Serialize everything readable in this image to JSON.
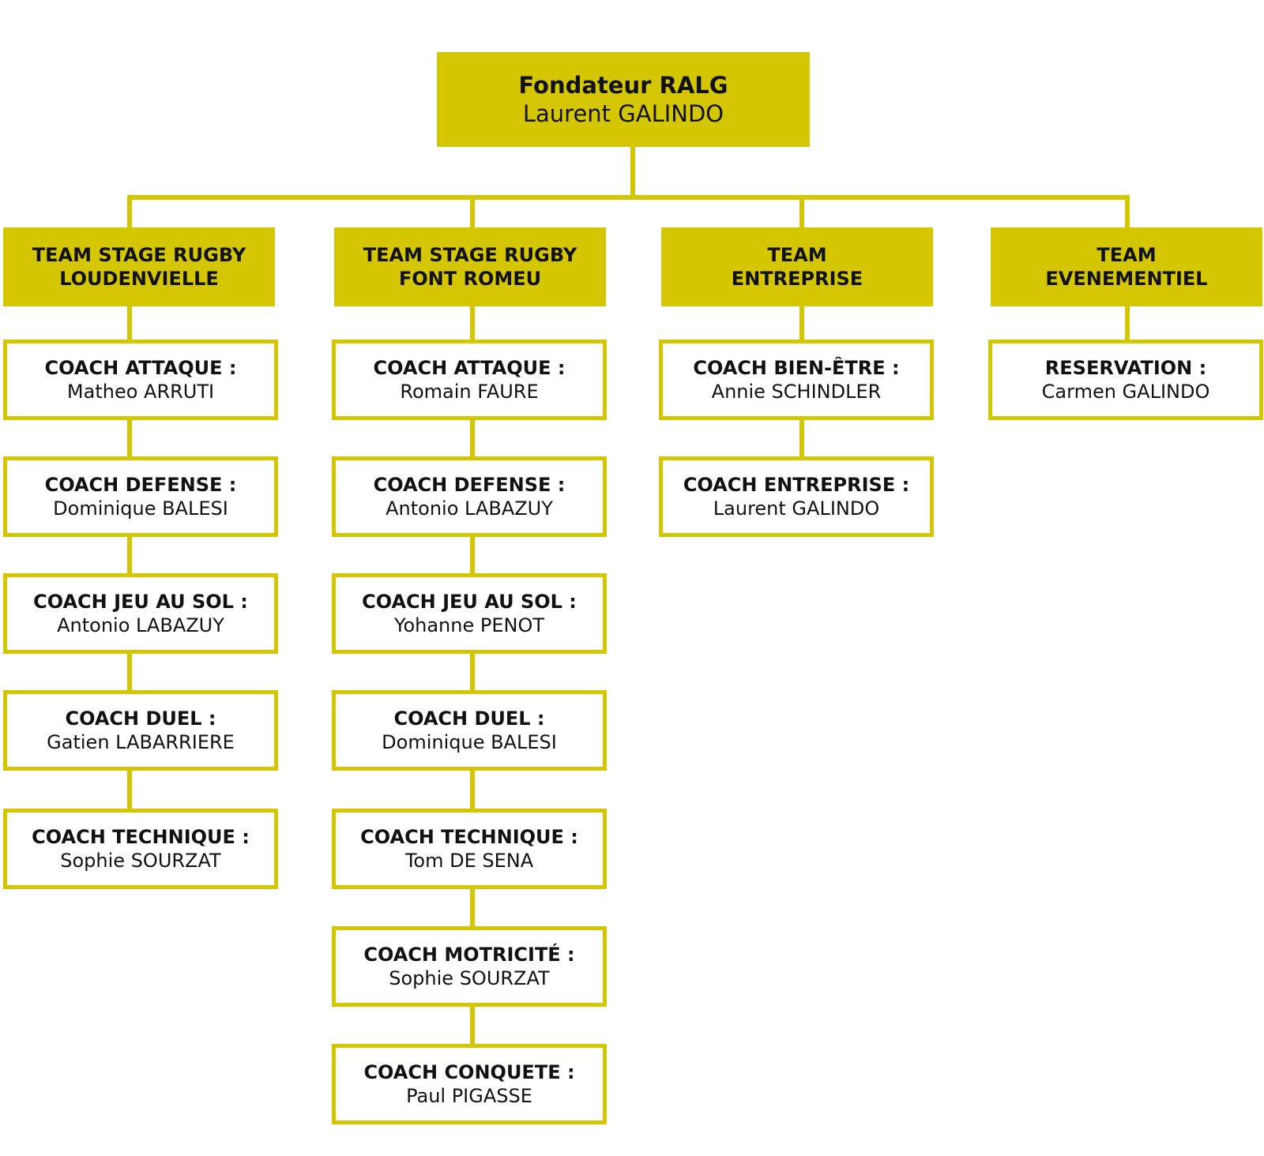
{
  "colors": {
    "accent": "#d4c600",
    "text": "#111111",
    "background": "#ffffff"
  },
  "root": {
    "title": "Fondateur RALG",
    "name": "Laurent GALINDO"
  },
  "teams": [
    {
      "title_lines": [
        "TEAM STAGE RUGBY",
        "LOUDENVIELLE"
      ],
      "members": [
        {
          "role": "COACH ATTAQUE :",
          "name": "Matheo ARRUTI"
        },
        {
          "role": "COACH DEFENSE :",
          "name": "Dominique BALESI"
        },
        {
          "role": "COACH JEU AU SOL :",
          "name": "Antonio LABAZUY"
        },
        {
          "role": "COACH DUEL :",
          "name": "Gatien LABARRIERE"
        },
        {
          "role": "COACH TECHNIQUE :",
          "name": "Sophie SOURZAT"
        }
      ]
    },
    {
      "title_lines": [
        "TEAM STAGE RUGBY",
        "FONT ROMEU"
      ],
      "members": [
        {
          "role": "COACH ATTAQUE :",
          "name": "Romain FAURE"
        },
        {
          "role": "COACH DEFENSE :",
          "name": "Antonio LABAZUY"
        },
        {
          "role": "COACH JEU AU SOL :",
          "name": "Yohanne PENOT"
        },
        {
          "role": "COACH DUEL :",
          "name": "Dominique BALESI"
        },
        {
          "role": "COACH TECHNIQUE :",
          "name": "Tom DE SENA"
        },
        {
          "role": "COACH MOTRICITÉ :",
          "name": "Sophie SOURZAT"
        },
        {
          "role": "COACH CONQUETE :",
          "name": "Paul PIGASSE"
        }
      ]
    },
    {
      "title_lines": [
        "TEAM",
        "ENTREPRISE"
      ],
      "members": [
        {
          "role": "COACH BIEN-ÊTRE :",
          "name": "Annie SCHINDLER"
        },
        {
          "role": "COACH ENTREPRISE :",
          "name": "Laurent GALINDO"
        }
      ]
    },
    {
      "title_lines": [
        "TEAM",
        "EVENEMENTIEL"
      ],
      "members": [
        {
          "role": "RESERVATION  :",
          "name": "Carmen GALINDO"
        }
      ]
    }
  ]
}
